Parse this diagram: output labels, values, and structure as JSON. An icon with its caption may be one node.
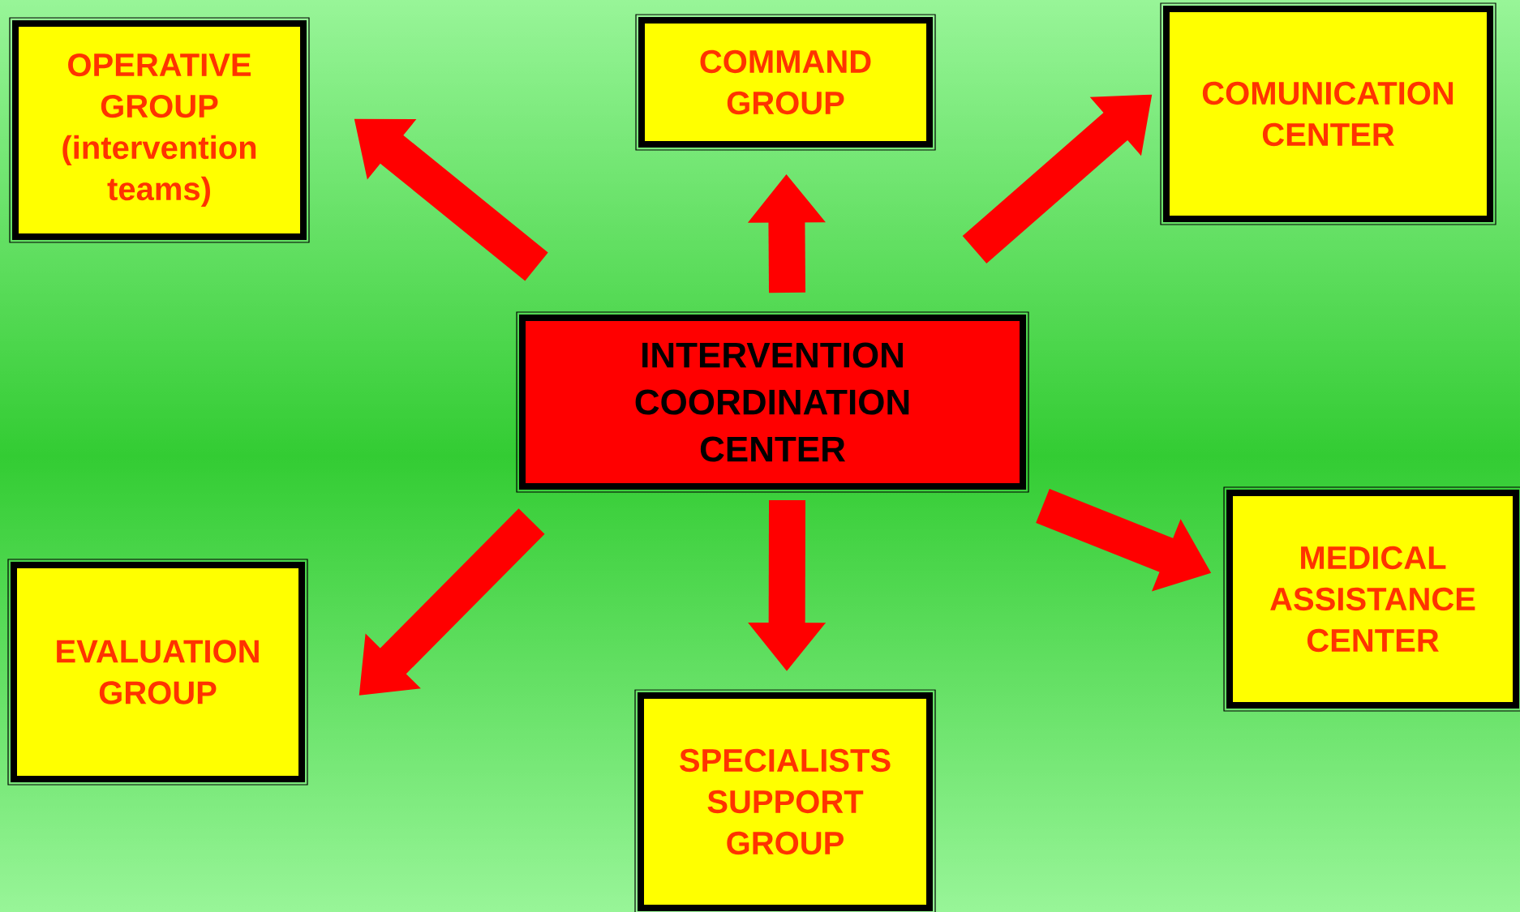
{
  "diagram": {
    "nodes": [
      {
        "text": [
          "OPERATIVE GROUP (intervention teams)"
        ]
      },
      {
        "text": [
          "COMMAND GROUP"
        ]
      },
      {
        "text": [
          "COMUNICATION CENTER"
        ]
      },
      {
        "text": [
          "INTERVENTION COORDINATION CENTER"
        ]
      },
      {
        "text": [
          "MEDICAL ASSISTANCE CENTER"
        ]
      },
      {
        "text": [
          "EVALUATION GROUP"
        ]
      },
      {
        "text": [
          "SPECIALISTS SUPPORT GROUP"
        ]
      }
    ],
    "edges": [
      {
        "from": 3,
        "to": 0,
        "arrow": "to"
      },
      {
        "from": 3,
        "to": 1,
        "arrow": "to"
      },
      {
        "from": 3,
        "to": 2,
        "arrow": "to"
      },
      {
        "from": 3,
        "to": 4,
        "arrow": "to"
      },
      {
        "from": 3,
        "to": 5,
        "arrow": "to"
      },
      {
        "from": 3,
        "to": 6,
        "arrow": "to"
      }
    ]
  }
}
